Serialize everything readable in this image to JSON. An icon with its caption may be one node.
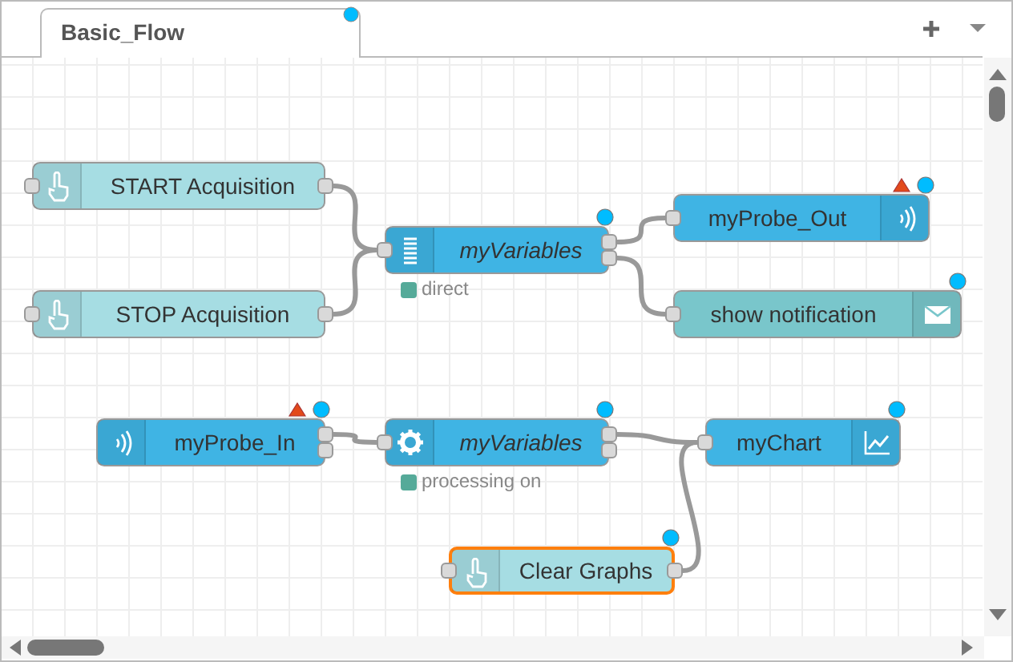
{
  "diagram": {
    "nodes": [
      {
        "text": [
          "START Acquisition"
        ]
      },
      {
        "text": [
          "STOP Acquisition"
        ]
      },
      {
        "text": [
          "myVariables"
        ],
        "beside": [
          "direct"
        ]
      },
      {
        "text": [
          "myProbe_Out"
        ]
      },
      {
        "text": [
          "show notification"
        ]
      },
      {
        "text": [
          "myProbe_In"
        ]
      },
      {
        "text": [
          "myVariables"
        ],
        "beside": [
          "processing on"
        ]
      },
      {
        "text": [
          "myChart"
        ]
      },
      {
        "text": [
          "Clear Graphs"
        ]
      }
    ],
    "edges": [
      {
        "from": 0,
        "to": 2,
        "arrow": "none"
      },
      {
        "from": 1,
        "to": 2,
        "arrow": "none"
      },
      {
        "from": 2,
        "to": 3,
        "arrow": "none"
      },
      {
        "from": 2,
        "to": 4,
        "arrow": "none"
      },
      {
        "from": 5,
        "to": 6,
        "arrow": "none"
      },
      {
        "from": 6,
        "to": 7,
        "arrow": "none"
      },
      {
        "from": 8,
        "to": 7,
        "arrow": "none"
      }
    ],
    "labels": [
      "Basic_Flow"
    ]
  }
}
